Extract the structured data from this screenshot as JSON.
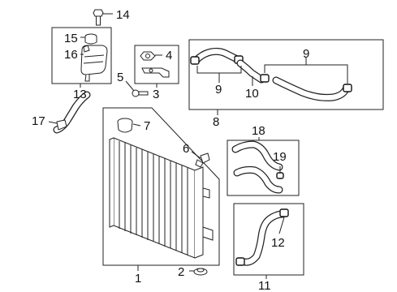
{
  "callouts": {
    "c1": "1",
    "c2": "2",
    "c3": "3",
    "c4": "4",
    "c5": "5",
    "c6": "6",
    "c7": "7",
    "c8": "8",
    "c9a": "9",
    "c9b": "9",
    "c10": "10",
    "c11": "11",
    "c12": "12",
    "c13": "13",
    "c14": "14",
    "c15": "15",
    "c16": "16",
    "c17": "17",
    "c18": "18",
    "c19": "19"
  }
}
